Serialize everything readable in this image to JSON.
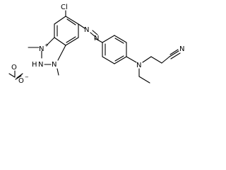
{
  "molecule": {
    "atoms": {
      "cl": "Cl",
      "n_plus": "N",
      "n_plus_charge": "+",
      "nh": "N",
      "nh_h": "H",
      "n_methyl": "N",
      "methyl_top": "",
      "azo_n1": "N",
      "azo_n2": "N",
      "amine_n": "N",
      "nitrile_n": "N",
      "formate_o": "O",
      "formate_o_minus": "O",
      "formate_charge": "−"
    }
  }
}
